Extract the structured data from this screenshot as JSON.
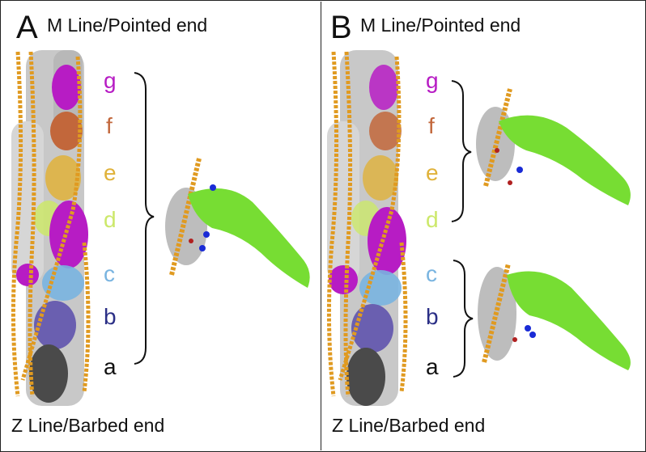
{
  "panels": [
    {
      "letter": "A",
      "top_label": "M Line/Pointed end",
      "bottom_label": "Z Line/Barbed end",
      "subunits": [
        "g",
        "f",
        "e",
        "d",
        "c",
        "b",
        "a"
      ]
    },
    {
      "letter": "B",
      "top_label": "M Line/Pointed end",
      "bottom_label": "Z Line/Barbed end",
      "subunits": [
        "g",
        "f",
        "e",
        "d",
        "c",
        "b",
        "a"
      ]
    }
  ],
  "colors": {
    "g": "#b71cc4",
    "f": "#c2673b",
    "e": "#e0b23a",
    "d": "#cce86a",
    "c": "#79b4e0",
    "b": "#2b2f86",
    "a": "#111111",
    "actin": "#c8c8c8",
    "tropomyosin": "#e09a20",
    "myosin_head": "#77dd33",
    "highlight_red": "#b02020",
    "highlight_blue": "#1a2bd6"
  }
}
